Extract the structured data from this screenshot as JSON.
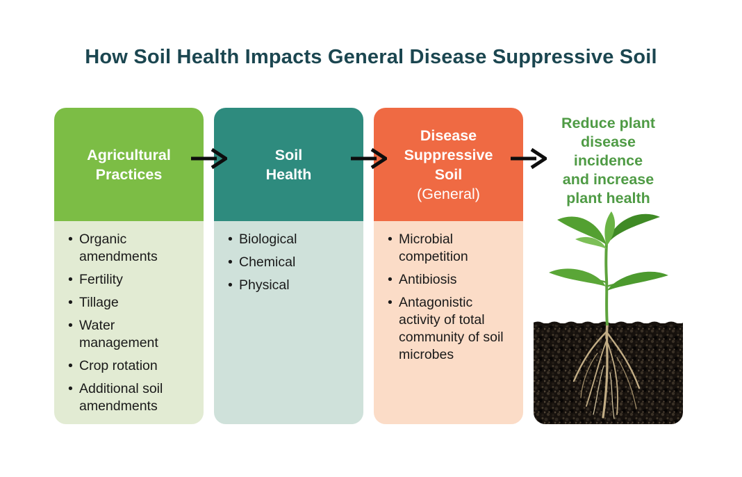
{
  "title": "How Soil Health Impacts General Disease Suppressive Soil",
  "bullet_char": "•",
  "colors": {
    "title_text": "#1b4650",
    "card1_header_bg": "#7cbd45",
    "card1_body_bg": "#e2ebd3",
    "card2_header_bg": "#2e8b7e",
    "card2_body_bg": "#cfe1da",
    "card3_header_bg": "#ef6a43",
    "card3_body_bg": "#fbdcc7",
    "card4_title_text": "#4f9b45",
    "header_text": "#ffffff",
    "body_text": "#191919",
    "arrow": "#0d0d0d",
    "soil": "#16110d",
    "leaf_green": "#53a031",
    "root_tan": "#c2ad85"
  },
  "columns": [
    {
      "header_lines": [
        "Agricultural",
        "Practices"
      ],
      "items": [
        "Organic amendments",
        "Fertility",
        "Tillage",
        "Water management",
        "Crop rotation",
        "Additional soil amendments"
      ]
    },
    {
      "header_lines": [
        "Soil",
        "Health"
      ],
      "items": [
        "Biological",
        "Chemical",
        "Physical"
      ]
    },
    {
      "header_lines": [
        "Disease",
        "Suppressive",
        "Soil"
      ],
      "header_sub": "(General)",
      "items": [
        "Microbial competition",
        "Antibiosis",
        "Antagonistic activity of total community of soil microbes"
      ]
    },
    {
      "title_lines": [
        "Reduce plant",
        "disease",
        "incidence",
        "and increase",
        "plant health"
      ],
      "image": "seedling-with-roots-in-soil-photo"
    }
  ],
  "arrows": [
    "right-arrow",
    "right-arrow",
    "right-arrow"
  ]
}
